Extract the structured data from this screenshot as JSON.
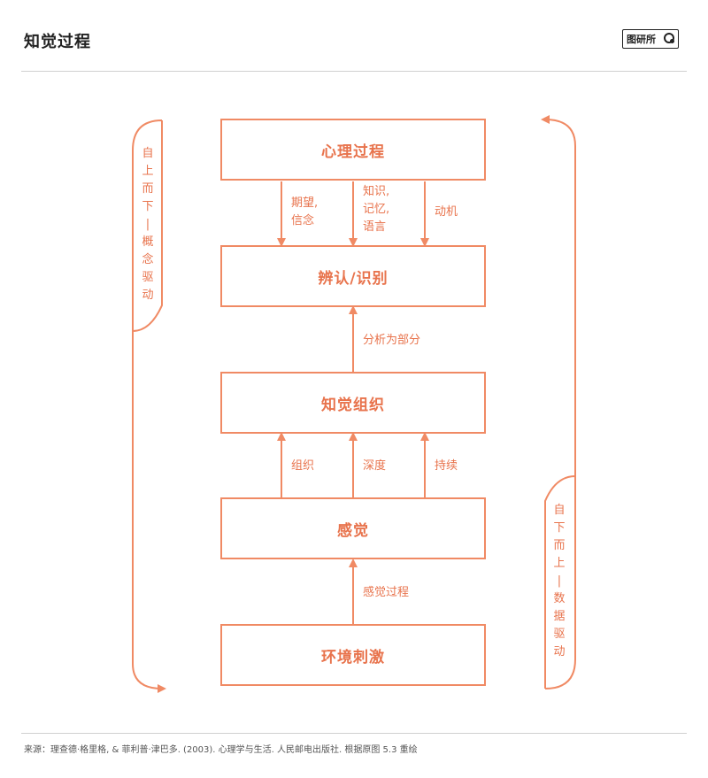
{
  "header": {
    "title": "知觉过程",
    "logo_text": "图研所"
  },
  "boxes": {
    "mental": "心理过程",
    "recognition": "辨认/识别",
    "perceptual_org": "知觉组织",
    "sensation": "感觉",
    "stimulus": "环境刺激"
  },
  "labels": {
    "expectation": "期望,\n信念",
    "knowledge": "知识,\n记忆,\n语言",
    "motivation": "动机",
    "analysis": "分析为部分",
    "organization": "组织",
    "depth": "深度",
    "persistence": "持续",
    "sensory_process": "感觉过程"
  },
  "side": {
    "top_down": "自\n上\n而\n下\n|\n概\n念\n驱\n动",
    "bottom_up": "自\n下\n而\n上\n|\n数\n据\n驱\n动"
  },
  "footer": {
    "source": "来源：理查德·格里格, & 菲利普·津巴多. (2003). 心理学与生活. 人民邮电出版社. 根据原图 5.3 重绘"
  },
  "colors": {
    "accent": "#f08a64",
    "accent_text": "#e8734c"
  }
}
